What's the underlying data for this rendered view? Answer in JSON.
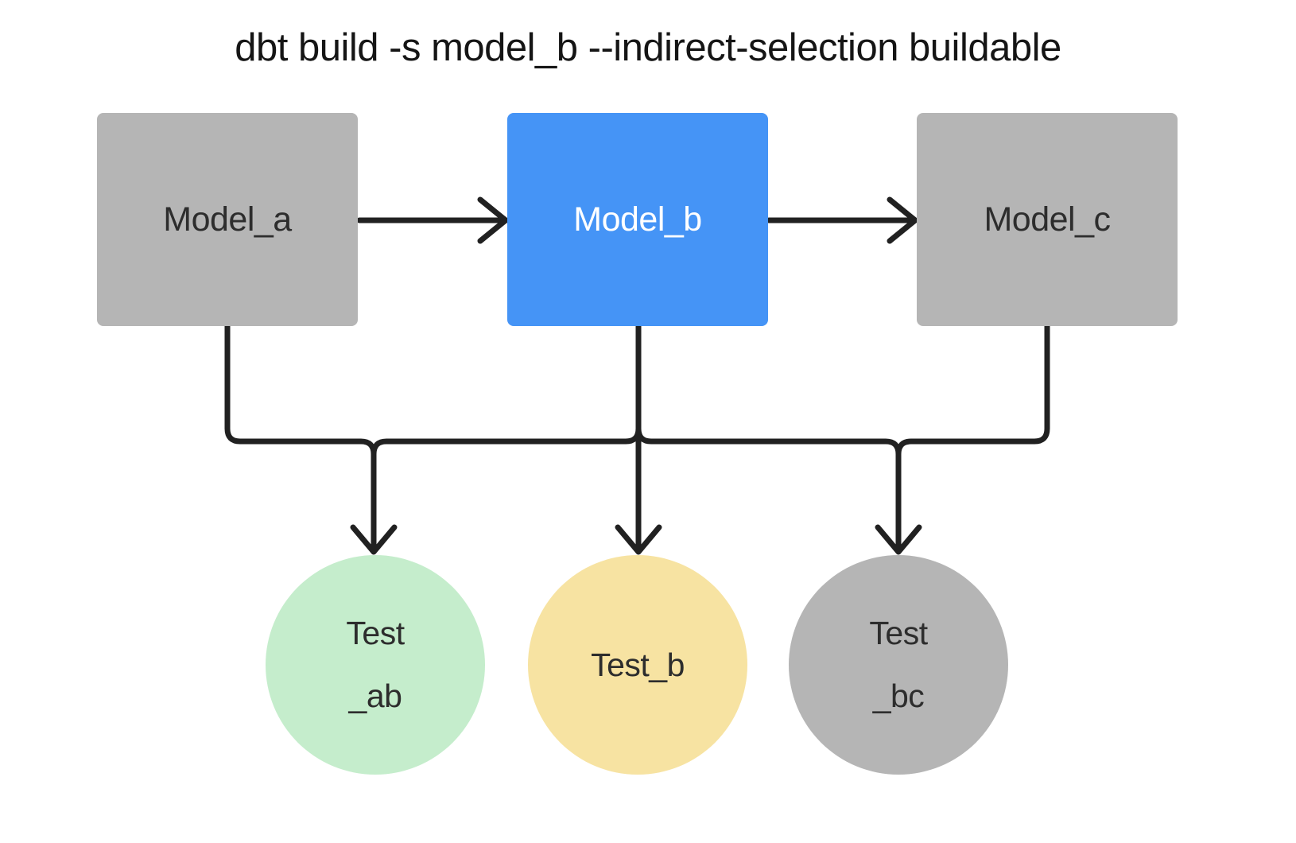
{
  "title": "dbt build -s model_b --indirect-selection buildable",
  "colors": {
    "model_gray": "#b5b5b5",
    "model_selected_blue": "#4594f6",
    "test_green": "#c5edcc",
    "test_yellow": "#f7e3a2",
    "test_gray": "#b5b5b5",
    "edge": "#212121",
    "text_dark": "#2d2d2d",
    "title_text": "#151515"
  },
  "nodes": {
    "models": [
      {
        "id": "model_a",
        "label": "Model_a",
        "fill": "#b5b5b5",
        "selected": false
      },
      {
        "id": "model_b",
        "label": "Model_b",
        "fill": "#4594f6",
        "selected": true
      },
      {
        "id": "model_c",
        "label": "Model_c",
        "fill": "#b5b5b5",
        "selected": false
      }
    ],
    "tests": [
      {
        "id": "test_ab",
        "line1": "Test",
        "line2": "_ab",
        "fill": "#c5edcc"
      },
      {
        "id": "test_b",
        "line1": "Test_b",
        "line2": "",
        "fill": "#f7e3a2"
      },
      {
        "id": "test_bc",
        "line1": "Test",
        "line2": "_bc",
        "fill": "#b5b5b5"
      }
    ]
  },
  "edges": [
    {
      "from": "model_a",
      "to": "model_b"
    },
    {
      "from": "model_b",
      "to": "model_c"
    },
    {
      "from": "model_a",
      "to": "test_ab"
    },
    {
      "from": "model_b",
      "to": "test_ab"
    },
    {
      "from": "model_b",
      "to": "test_b"
    },
    {
      "from": "model_b",
      "to": "test_bc"
    },
    {
      "from": "model_c",
      "to": "test_bc"
    }
  ]
}
